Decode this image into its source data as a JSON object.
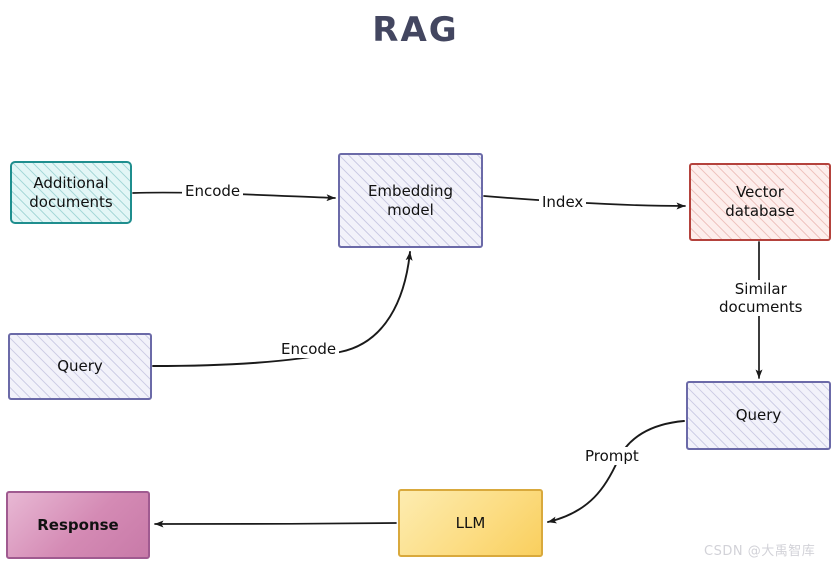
{
  "title": "RAG",
  "nodes": {
    "additional_documents": "Additional\ndocuments",
    "embedding_model": "Embedding\nmodel",
    "vector_database": "Vector\ndatabase",
    "query_left": "Query",
    "query_right": "Query",
    "response": "Response",
    "llm": "LLM"
  },
  "edges": {
    "encode_documents": "Encode",
    "index": "Index",
    "similar_documents": "Similar\ndocuments",
    "encode_query": "Encode",
    "prompt": "Prompt"
  },
  "watermark": "CSDN @大禹智库",
  "colors": {
    "title": "#434660",
    "teal_border": "#1f8e8e",
    "teal_fill": "#e3f6f6",
    "purple_border": "#6b6aa8",
    "purple_fill": "#f2f2fa",
    "red_border": "#b4423c",
    "red_fill": "#fdeeec",
    "pink_fill": "#d48ab4",
    "pink_border": "#a05a90",
    "yellow_fill": "#fcdd84",
    "yellow_border": "#d9a93c",
    "arrow": "#1a1a1a",
    "watermark": "#d2d2d8",
    "background": "#ffffff"
  }
}
